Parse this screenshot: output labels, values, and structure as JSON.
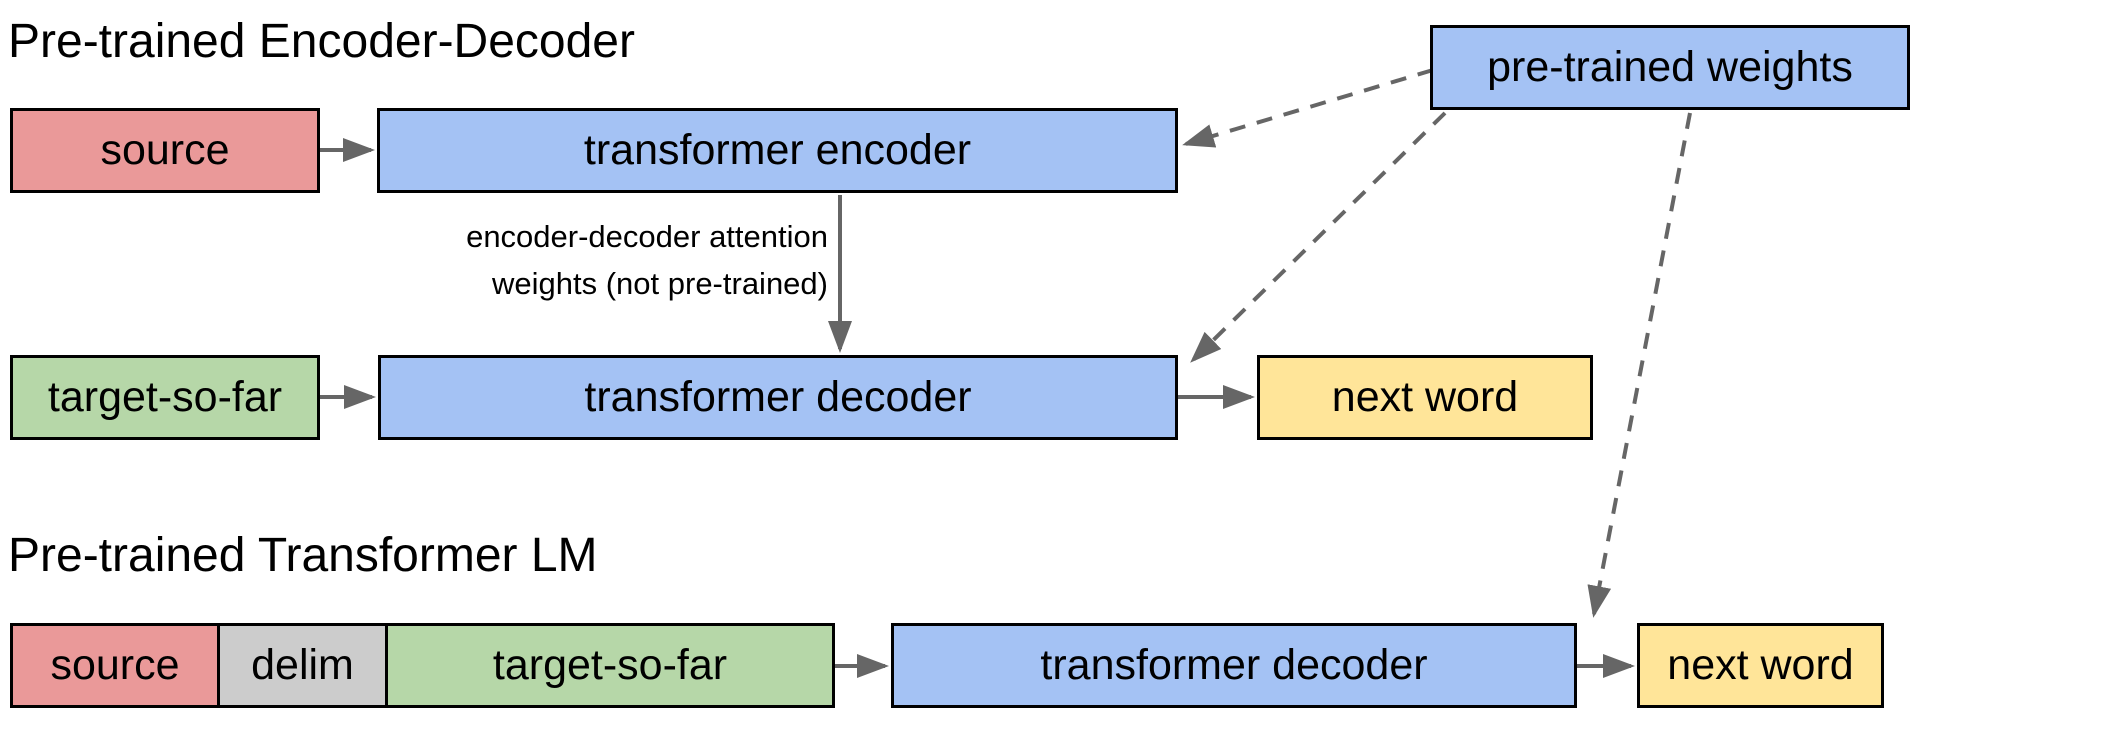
{
  "colors": {
    "source_box": "#ea9999",
    "transformer_box": "#a4c2f4",
    "target_box": "#b6d7a8",
    "next_word_box": "#ffe599",
    "delim_box": "#cccccc",
    "arrow": "#666666",
    "box_border": "#000000",
    "text": "#000000",
    "background": "#ffffff"
  },
  "encoder_decoder": {
    "title": "Pre-trained Encoder-Decoder",
    "source": "source",
    "encoder": "transformer encoder",
    "target_so_far": "target-so-far",
    "decoder": "transformer decoder",
    "next_word": "next word",
    "attention_note_line1": "encoder-decoder attention",
    "attention_note_line2": "weights (not pre-trained)"
  },
  "pretrained_weights": {
    "label": "pre-trained weights"
  },
  "transformer_lm": {
    "title": "Pre-trained Transformer LM",
    "source": "source",
    "delim": "delim",
    "target_so_far": "target-so-far",
    "decoder": "transformer decoder",
    "next_word": "next word"
  },
  "edges": [
    {
      "from": "source-top",
      "to": "transformer-encoder",
      "style": "solid"
    },
    {
      "from": "transformer-encoder",
      "to": "transformer-decoder-top",
      "style": "solid",
      "label": "encoder-decoder attention weights (not pre-trained)"
    },
    {
      "from": "target-so-far-top",
      "to": "transformer-decoder-top",
      "style": "solid"
    },
    {
      "from": "transformer-decoder-top",
      "to": "next-word-top",
      "style": "solid"
    },
    {
      "from": "pre-trained-weights",
      "to": "transformer-encoder",
      "style": "dashed"
    },
    {
      "from": "pre-trained-weights",
      "to": "transformer-decoder-top",
      "style": "dashed"
    },
    {
      "from": "pre-trained-weights",
      "to": "transformer-decoder-bottom",
      "style": "dashed"
    },
    {
      "from": "target-so-far-bottom",
      "to": "transformer-decoder-bottom",
      "style": "solid"
    },
    {
      "from": "transformer-decoder-bottom",
      "to": "next-word-bottom",
      "style": "solid"
    }
  ]
}
